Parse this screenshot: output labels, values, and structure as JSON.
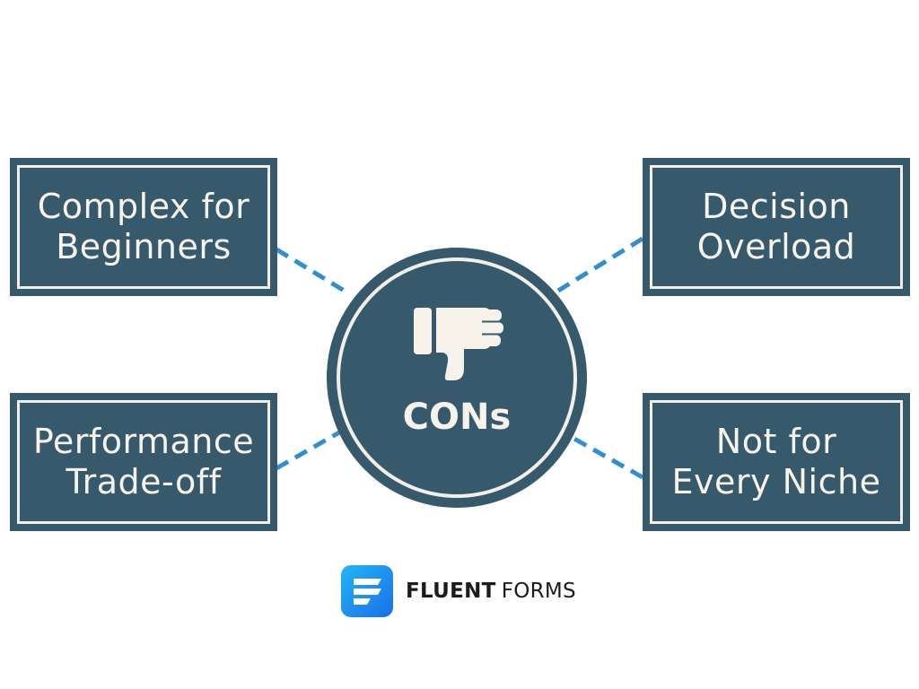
{
  "diagram": {
    "center": {
      "label": "CONs",
      "icon": "thumbs-down-icon"
    },
    "items": [
      {
        "position": "top-left",
        "lines": [
          "Complex for",
          "Beginners"
        ]
      },
      {
        "position": "bottom-left",
        "lines": [
          "Performance",
          "Trade-off"
        ]
      },
      {
        "position": "top-right",
        "lines": [
          "Decision",
          "Overload"
        ]
      },
      {
        "position": "bottom-right",
        "lines": [
          "Not for",
          "Every Niche"
        ]
      }
    ]
  },
  "logo": {
    "icon": "fluent-forms-logo-icon",
    "bold_text": "FLUENT",
    "light_text": "FORMS"
  },
  "colors": {
    "primary": "#365a6c",
    "text_light": "#f7f3ea",
    "connector": "#2f8fd0",
    "logo_gradient_start": "#22b6f5",
    "logo_gradient_end": "#1a6fe8"
  }
}
